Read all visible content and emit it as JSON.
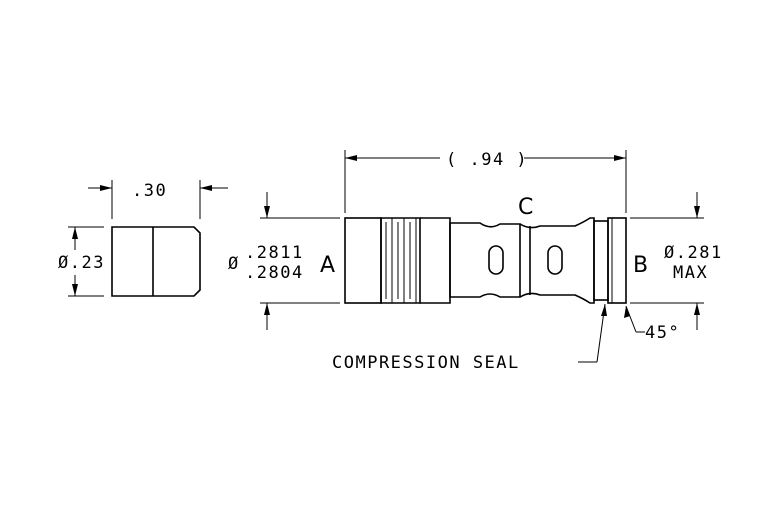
{
  "drawing": {
    "left_part": {
      "width_dim": ".30",
      "diameter_dim": "Ø.23"
    },
    "main_part": {
      "overall_length_dim": "( .94 )",
      "diameter_prefix": "Ø",
      "diameter_upper": ".2811",
      "diameter_lower": ".2804",
      "label_a": "A",
      "label_b": "B",
      "label_c": "C",
      "right_diameter_line1": "Ø.281",
      "right_diameter_line2": "MAX",
      "chamfer_dim": "45°",
      "callout": "COMPRESSION SEAL"
    }
  }
}
